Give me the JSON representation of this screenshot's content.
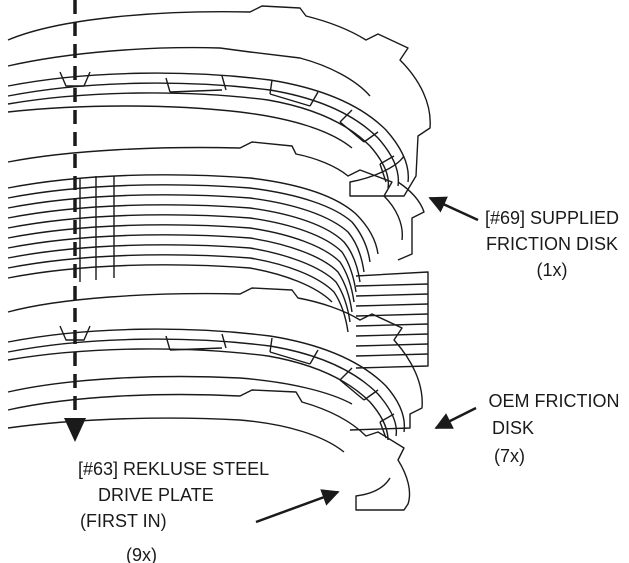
{
  "labels": {
    "supplied": {
      "line1": "[#69] SUPPLIED",
      "line2": "FRICTION DISK",
      "count": "(1x)"
    },
    "oem": {
      "line1": "OEM FRICTION",
      "line2": "DISK",
      "count": "(7x)"
    },
    "rekluse": {
      "line1": "[#63] REKLUSE STEEL",
      "line2": "DRIVE PLATE",
      "line3": "(FIRST IN)",
      "count": "(9x)"
    }
  },
  "colors": {
    "ink": "#1a1a1a",
    "paper": "#ffffff"
  },
  "icons": {
    "insertion_arrow": "dashed-down-arrow-icon",
    "callout_arrows": "arrow-icon"
  }
}
